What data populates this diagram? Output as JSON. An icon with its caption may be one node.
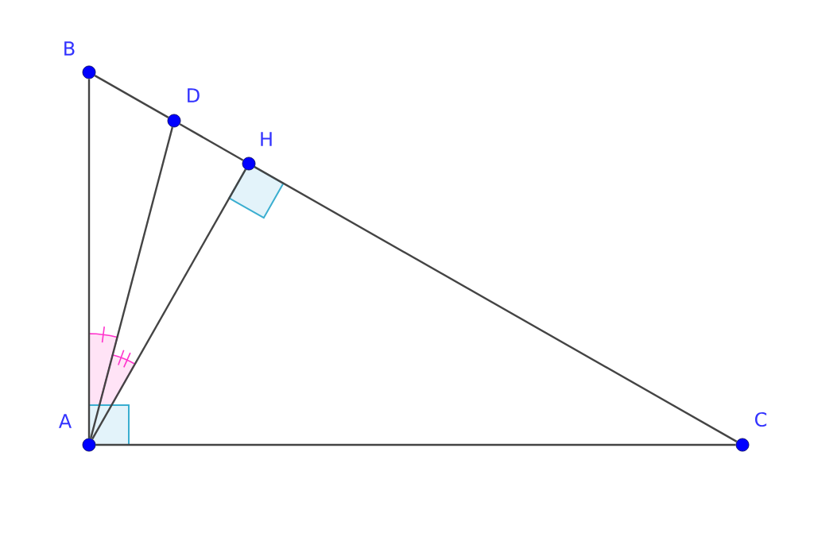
{
  "diagram": {
    "nodes": [
      {
        "text": [],
        "shape": "circle",
        "beside": [
          "B"
        ]
      },
      {
        "text": [],
        "shape": "circle",
        "beside": [
          "D"
        ]
      },
      {
        "text": [],
        "shape": "circle",
        "beside": [
          "H"
        ]
      },
      {
        "text": [],
        "shape": "circle",
        "beside": [
          "A"
        ]
      },
      {
        "text": [],
        "shape": "circle",
        "beside": [
          "C"
        ]
      }
    ],
    "edges": [
      {
        "from": 0,
        "to": 1,
        "arrow": "none"
      },
      {
        "from": 1,
        "to": 2,
        "arrow": "none"
      },
      {
        "from": 2,
        "to": 4,
        "arrow": "none"
      },
      {
        "from": 0,
        "to": 3,
        "arrow": "none"
      },
      {
        "from": 3,
        "to": 1,
        "arrow": "none"
      },
      {
        "from": 3,
        "to": 2,
        "arrow": "none"
      },
      {
        "from": 3,
        "to": 4,
        "arrow": "none"
      }
    ]
  }
}
